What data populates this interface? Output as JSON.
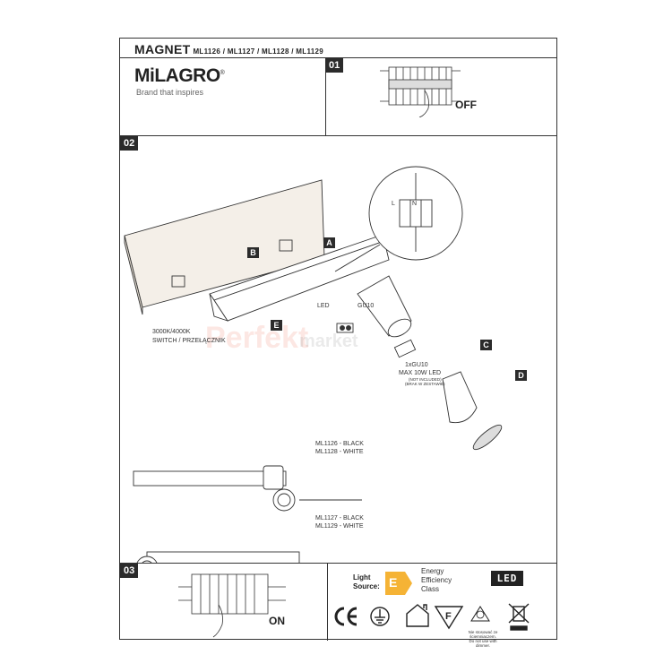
{
  "header": {
    "product": "MAGNET",
    "models": "ML1126 / ML1127 / ML1128 / ML1129"
  },
  "brand": {
    "name": "MiLAGRO",
    "registered": "®",
    "tagline": "Brand that inspires"
  },
  "steps": {
    "s1": {
      "number": "01",
      "label": "OFF"
    },
    "s2": {
      "number": "02"
    },
    "s3": {
      "number": "03",
      "label": "ON"
    }
  },
  "diagram": {
    "markers": [
      "A",
      "B",
      "C",
      "D",
      "E"
    ],
    "switch_label_1": "3000K/4000K",
    "switch_label_2": "SWITCH / PRZEŁĄCZNIK",
    "led_label": "LED",
    "gu10_label": "GU10",
    "terminal_labels": [
      "L",
      "N"
    ],
    "bulb_count": "1xGU10",
    "bulb_max": "MAX 10W LED",
    "bulb_note_1": "(NOT INCLUDED)",
    "bulb_note_2": "(BRAK W ZESTAWIE)"
  },
  "variants": [
    {
      "line1": "ML1126 - BLACK",
      "line2": "ML1128 - WHITE"
    },
    {
      "line1": "ML1127 - BLACK",
      "line2": "ML1129 - WHITE"
    }
  ],
  "energy": {
    "light_source_label": "Light Source:",
    "class": "E",
    "class_color": "#f5b335",
    "class_text": "Energy Efficiency Class",
    "led_badge": "LED"
  },
  "symbols": [
    "ce-mark",
    "ground-icon",
    "indoor-use-icon",
    "f-mark-icon",
    "not-dimmable-icon",
    "weee-bin-icon"
  ],
  "dimmer_note": "Nie stosować ze ściemniaczem. Do not use with dimmer.",
  "watermark": {
    "text1": "Perfekt",
    "text2": "market"
  }
}
